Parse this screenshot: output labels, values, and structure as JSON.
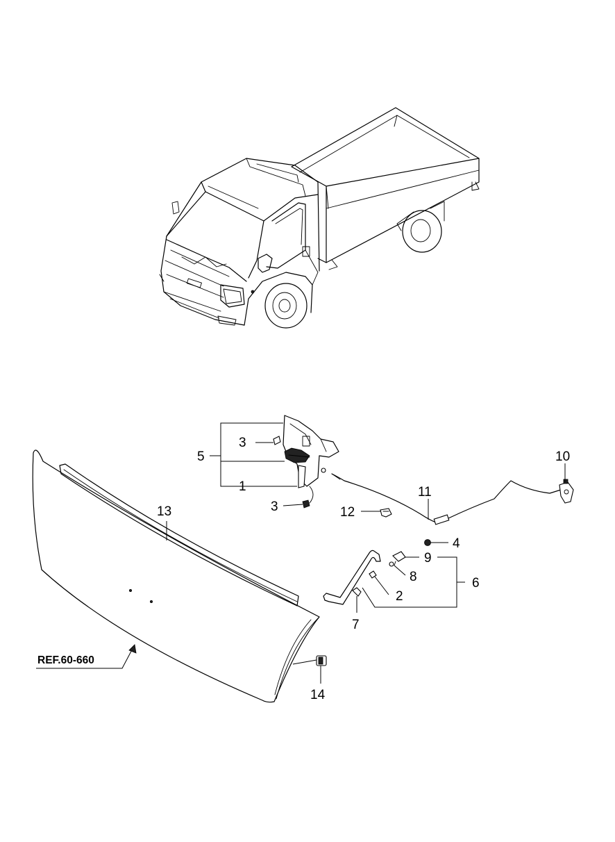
{
  "diagram": {
    "callouts": [
      {
        "id": "c1",
        "text": "1"
      },
      {
        "id": "c2",
        "text": "2"
      },
      {
        "id": "c3a",
        "text": "3"
      },
      {
        "id": "c3b",
        "text": "3"
      },
      {
        "id": "c4",
        "text": "4"
      },
      {
        "id": "c5",
        "text": "5"
      },
      {
        "id": "c6",
        "text": "6"
      },
      {
        "id": "c7",
        "text": "7"
      },
      {
        "id": "c8",
        "text": "8"
      },
      {
        "id": "c9",
        "text": "9"
      },
      {
        "id": "c10",
        "text": "10"
      },
      {
        "id": "c11",
        "text": "11"
      },
      {
        "id": "c12",
        "text": "12"
      },
      {
        "id": "c13",
        "text": "13"
      },
      {
        "id": "c14",
        "text": "14"
      }
    ],
    "reference": "REF.60-660"
  }
}
